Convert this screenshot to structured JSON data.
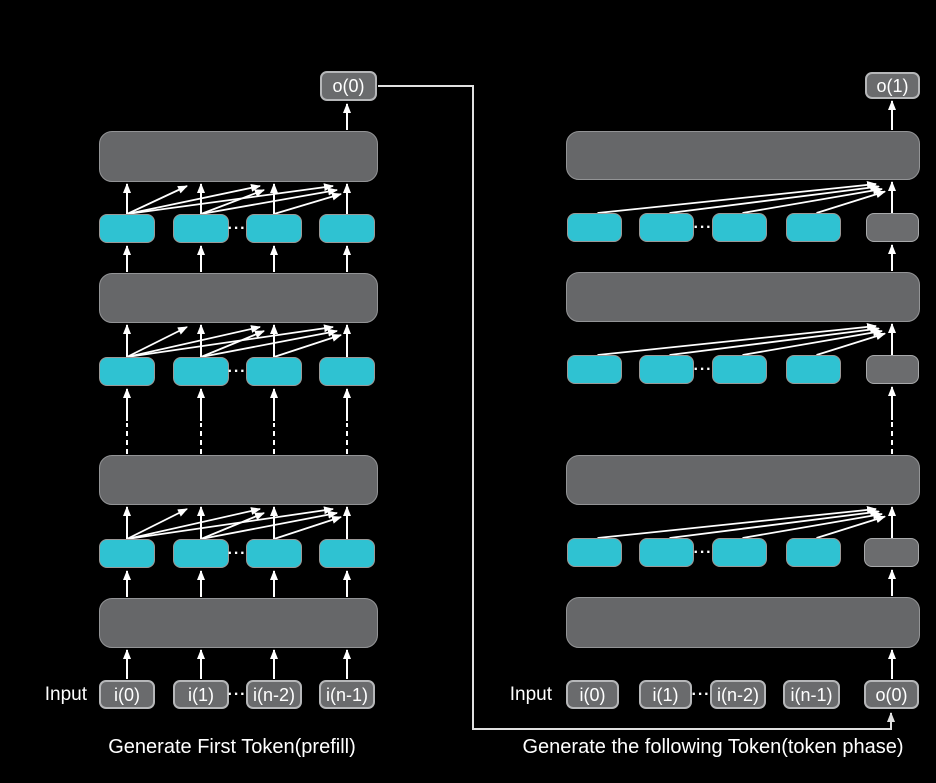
{
  "colors": {
    "background": "#000000",
    "layer_bar_fill": "#666769",
    "layer_bar_border": "#939496",
    "state_box_fill": "#2fc2d2",
    "token_box_fill": "#6a6b6d",
    "token_box_border": "#b6b7b9",
    "arrow": "#ffffff",
    "connector": "#e0e0e0",
    "text": "#ffffff"
  },
  "prefill": {
    "caption": "Generate First Token(prefill)",
    "input_label": "Input",
    "output_token": "o(0)",
    "input_tokens": [
      "i(0)",
      "i(1)",
      "i(n-2)",
      "i(n-1)"
    ],
    "ellipsis": "···"
  },
  "token_phase": {
    "caption": "Generate the following Token(token phase)",
    "input_label": "Input",
    "output_token": "o(1)",
    "input_tokens": [
      "i(0)",
      "i(1)",
      "i(n-2)",
      "i(n-1)",
      "o(0)"
    ],
    "ellipsis": "···"
  }
}
